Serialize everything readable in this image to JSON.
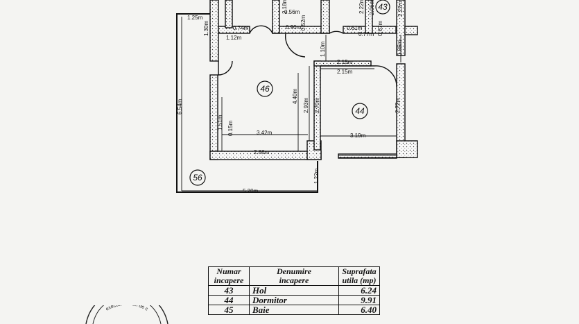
{
  "rooms": {
    "r43": "43",
    "r44": "44",
    "r46": "46",
    "r56": "56"
  },
  "dims": {
    "d1": "1.25m",
    "d2": "1.30m",
    "d3": "0.74m",
    "d4": "1.12m",
    "d5": "0.56m",
    "d6": "0.90m",
    "d7": "2.18m",
    "d8": "0.61m",
    "d9": "0.77m",
    "d10": "0.67m",
    "d11": "2.22m",
    "d12": "2.06m",
    "d13": "0.52m",
    "d14": "1.10m",
    "d15": "1.06m",
    "d16": "2.15m",
    "d17": "2.15m",
    "d18": "4.40m",
    "d19": "2.93m",
    "d20": "2.70m",
    "d21": "2.72m",
    "d22": "6.54m",
    "d23": "1.51m",
    "d24": "0.15m",
    "d25": "3.42m",
    "d26": "3.19m",
    "d27": "2.86m",
    "d28": "1.22m",
    "d29": "5.20m",
    "d30": "2.22m"
  },
  "table": {
    "headers": {
      "num_1": "Numar",
      "num_2": "incapere",
      "name_1": "Denumire",
      "name_2": "incapere",
      "area_1": "Suprafata",
      "area_2": "utila (mp)"
    },
    "rows": [
      {
        "num": "43",
        "name": "Hol",
        "area": "6.24"
      },
      {
        "num": "44",
        "name": "Dormitor",
        "area": "9.91"
      },
      {
        "num": "45",
        "name": "Baie",
        "area": "6.40"
      }
    ]
  },
  "stamp": {
    "text": "executa lucrari de c"
  },
  "colors": {
    "ink": "#111111",
    "paper": "#f4f4f2"
  }
}
